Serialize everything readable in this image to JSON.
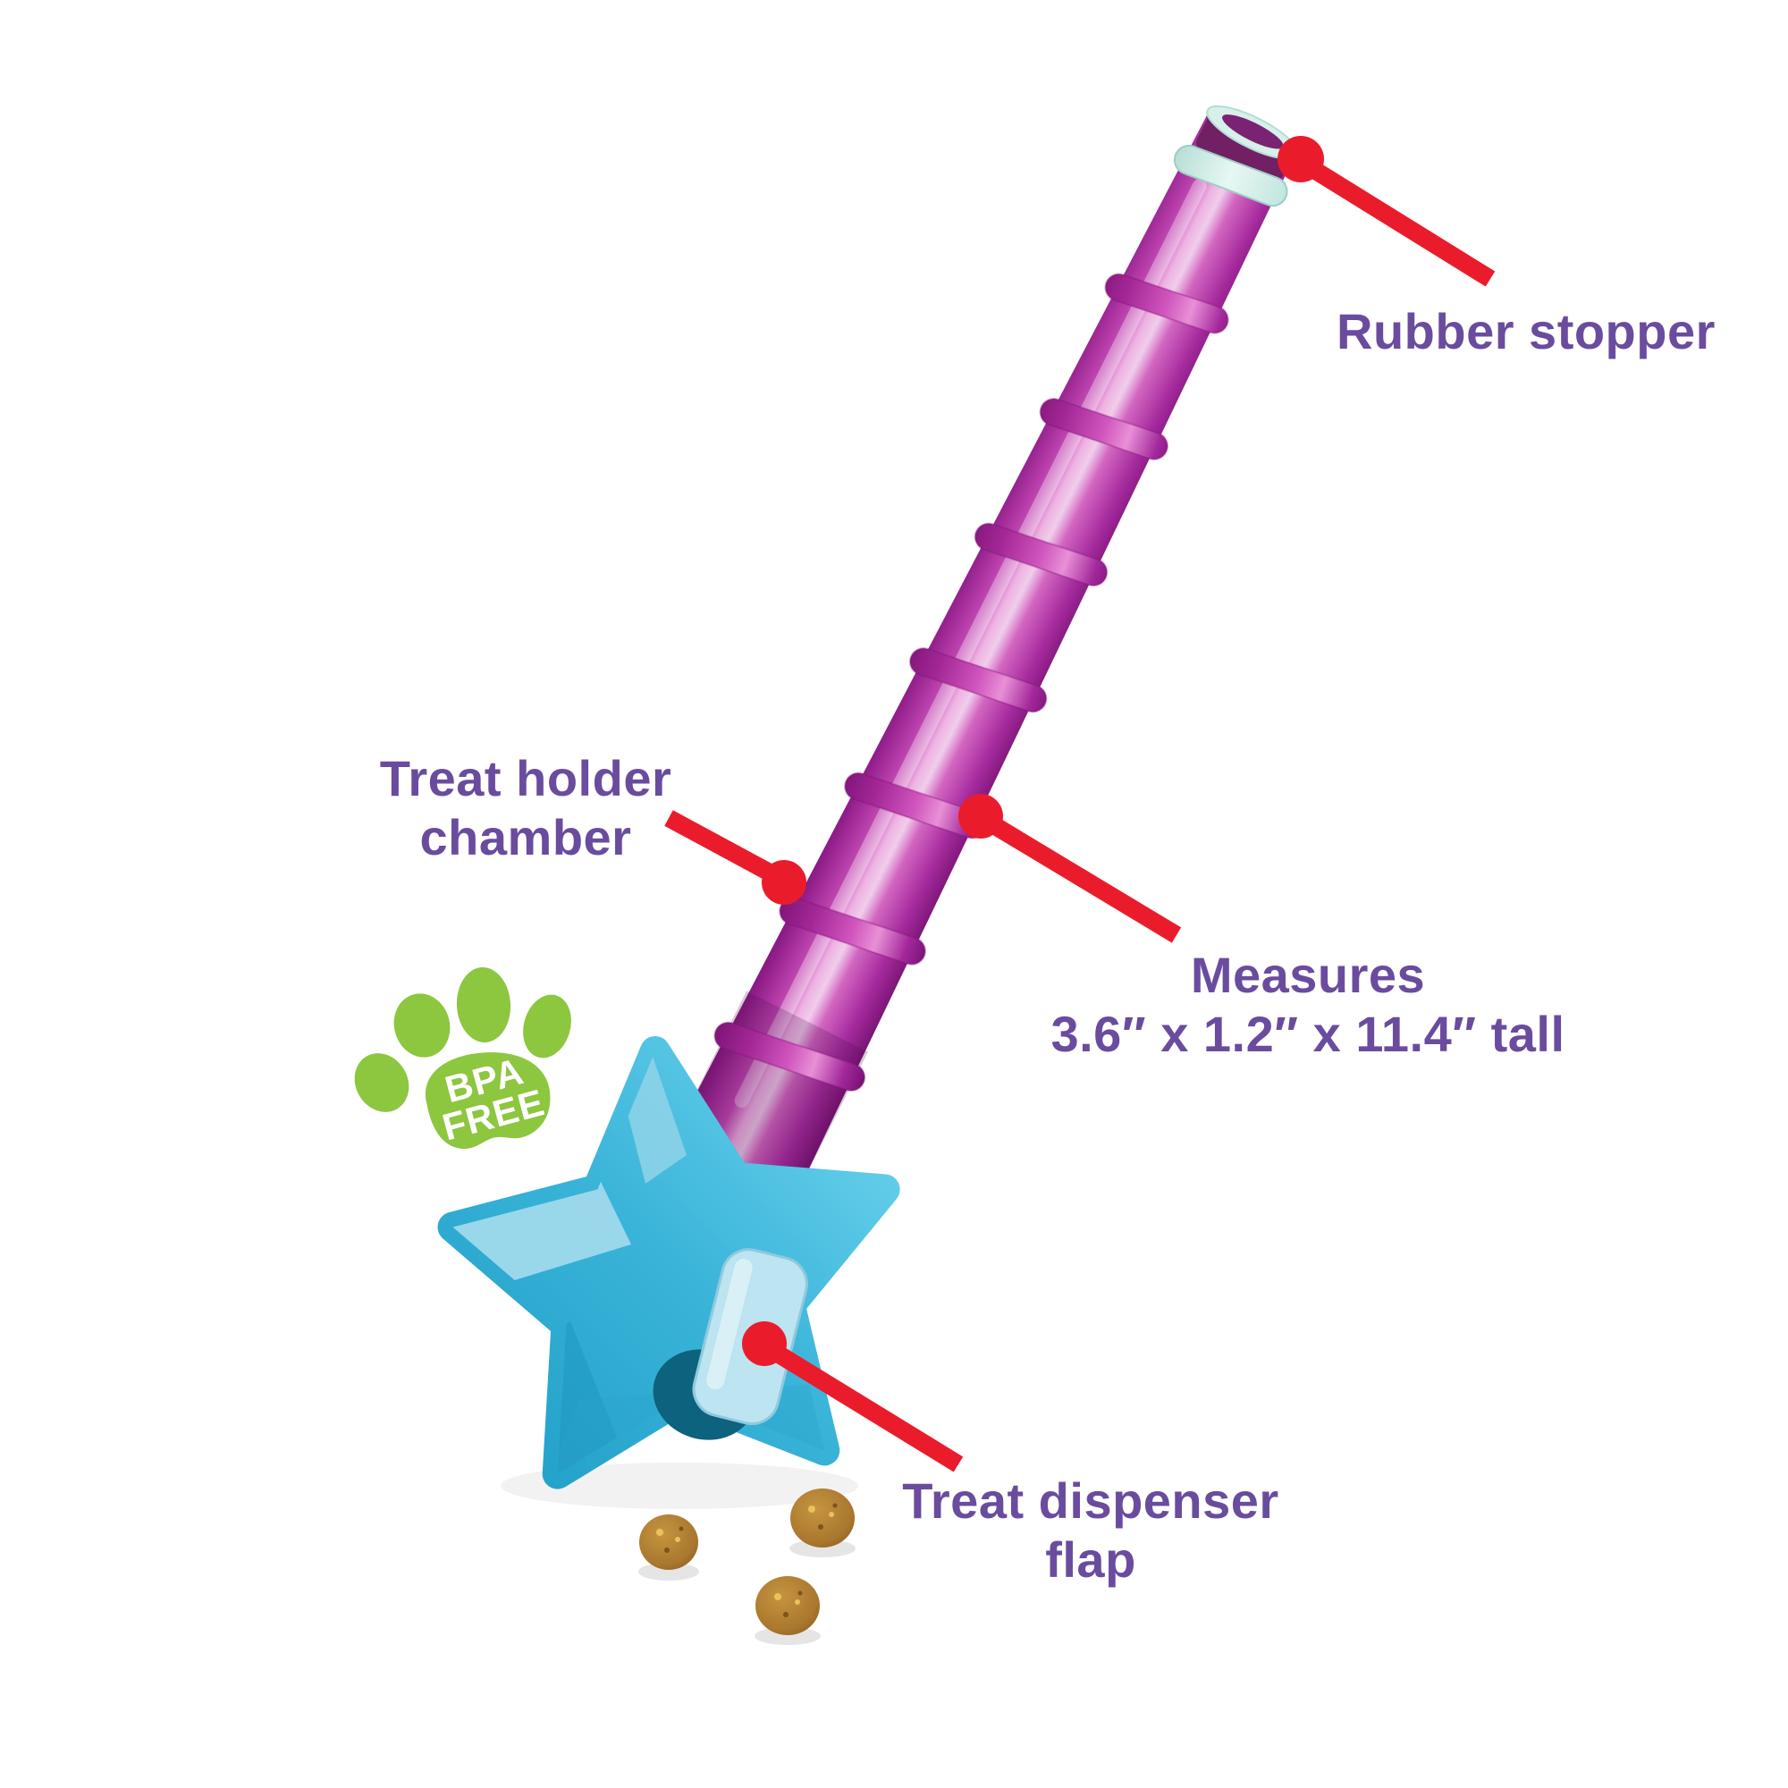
{
  "page": {
    "background": "#ffffff"
  },
  "colors": {
    "accent_red": "#ea1c2c",
    "label_purple": "#6a4c9e",
    "paw_green": "#8dc63f",
    "horn_purple": "#a82ba0",
    "base_blue": "#3fbadd",
    "flap_blue": "#bce4f1",
    "stopper_mint": "#d8f0ea",
    "treat_brown": "#a9772e"
  },
  "labels": {
    "rubber_stopper": "Rubber stopper",
    "treat_holder_line1": "Treat holder",
    "treat_holder_line2": "chamber",
    "measures_line1": "Measures",
    "measures_line2": "3.6″ x 1.2″ x 11.4″ tall",
    "flap_line1": "Treat dispenser",
    "flap_line2": "flap"
  },
  "badge": {
    "line1": "BPA",
    "line2": "FREE"
  }
}
